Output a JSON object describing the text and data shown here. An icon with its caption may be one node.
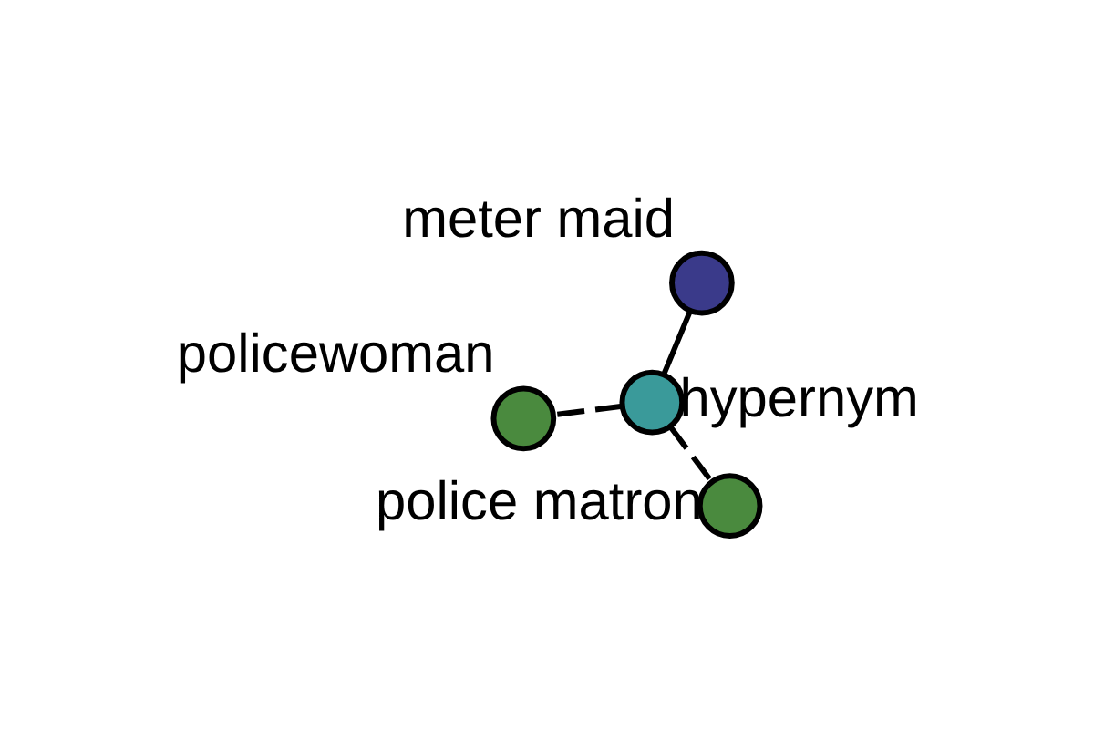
{
  "diagram": {
    "nodes": [
      {
        "text": [
          "policewoman"
        ]
      },
      {
        "text": [
          "hypernym"
        ]
      },
      {
        "text": [
          "police matron"
        ]
      },
      {
        "text": [
          "meter maid"
        ]
      }
    ],
    "edges": [
      {
        "from": 3,
        "to": 1,
        "arrow": "none"
      },
      {
        "from": 1,
        "to": 0,
        "arrow": "none",
        "style": "dashed"
      },
      {
        "from": 1,
        "to": 2,
        "arrow": "none",
        "style": "dashed"
      }
    ]
  }
}
